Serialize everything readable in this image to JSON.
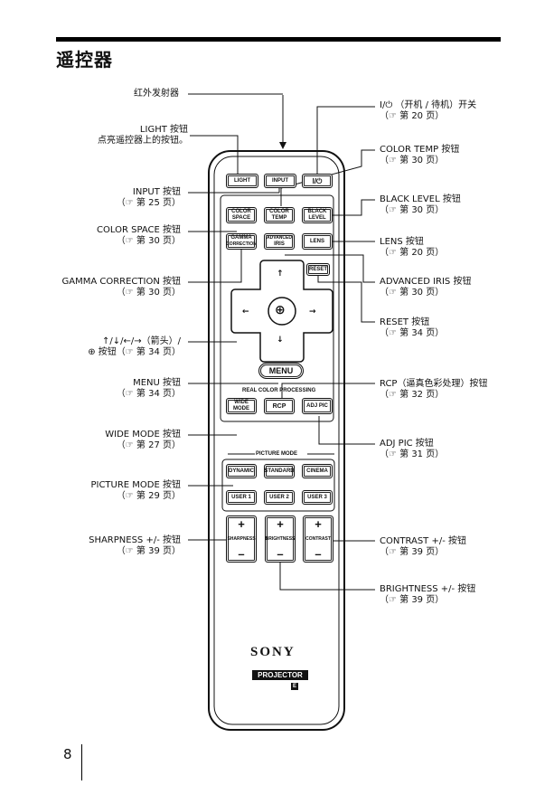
{
  "page": {
    "title": "遥控器",
    "page_number": "8"
  },
  "labels_left": {
    "ir": "红外发射器",
    "light": "LIGHT 按钮",
    "light_sub": "点亮遥控器上的按钮。",
    "input": "INPUT 按钮",
    "input_ref": "（☞ 第 25 页）",
    "color_space": "COLOR SPACE 按钮",
    "color_space_ref": "（☞ 第 30 页）",
    "gamma": "GAMMA CORRECTION 按钮",
    "gamma_ref": "（☞ 第 30 页）",
    "arrows": "↑/↓/←/→（箭头）/",
    "arrows_sub": "⊕ 按钮（☞ 第 34 页）",
    "menu": "MENU 按钮",
    "menu_ref": "（☞ 第 34 页）",
    "wide": "WIDE MODE 按钮",
    "wide_ref": "（☞ 第 27 页）",
    "picture": "PICTURE MODE 按钮",
    "picture_ref": "（☞ 第 29 页）",
    "sharpness": "SHARPNESS +/- 按钮",
    "sharpness_ref": "（☞ 第 39 页）"
  },
  "labels_right": {
    "power": "I/⏻ （开机 / 待机）开关",
    "power_ref": "（☞ 第 20 页）",
    "color_temp": "COLOR TEMP 按钮",
    "color_temp_ref": "（☞ 第 30 页）",
    "black": "BLACK LEVEL 按钮",
    "black_ref": "（☞ 第 30 页）",
    "lens": "LENS 按钮",
    "lens_ref": "（☞ 第 20 页）",
    "iris": "ADVANCED IRIS 按钮",
    "iris_ref": "（☞ 第 30 页）",
    "reset": "RESET 按钮",
    "reset_ref": "（☞ 第 34 页）",
    "rcp": "RCP（逼真色彩处理）按钮",
    "rcp_ref": "（☞ 第 32 页）",
    "adj": "ADJ PIC 按钮",
    "adj_ref": "（☞ 第 31 页）",
    "contrast": "CONTRAST +/- 按钮",
    "contrast_ref": "（☞ 第 39 页）",
    "brightness": "BRIGHTNESS +/- 按钮",
    "brightness_ref": "（☞ 第 39 页）"
  },
  "remote": {
    "light": "LIGHT",
    "input": "INPUT",
    "power": "I/⏻",
    "color_space_1": "COLOR",
    "color_space_2": "SPACE",
    "color_temp_1": "COLOR",
    "color_temp_2": "TEMP",
    "black_1": "BLACK",
    "black_2": "LEVEL",
    "gamma_1": "GAMMA",
    "gamma_2": "CORRECTION",
    "iris_1": "ADVANCED",
    "iris_2": "IRIS",
    "lens": "LENS",
    "reset": "RESET",
    "up": "↑",
    "down": "↓",
    "left": "←",
    "right": "→",
    "center": "⊕",
    "menu": "MENU",
    "rcp_section": "REAL COLOR PROCESSING",
    "wide_1": "WIDE",
    "wide_2": "MODE",
    "rcp": "RCP",
    "adj": "ADJ PIC",
    "picture_section": "PICTURE MODE",
    "dynamic": "DYNAMIC",
    "standard": "STANDARD",
    "cinema": "CINEMA",
    "user1": "USER 1",
    "user2": "USER 2",
    "user3": "USER 3",
    "plus": "+",
    "minus": "–",
    "sharpness": "SHARPNESS",
    "brightness": "BRIGHTNESS",
    "contrast": "CONTRAST",
    "brand": "SONY",
    "model": "PROJECTOR",
    "badge": "E"
  }
}
